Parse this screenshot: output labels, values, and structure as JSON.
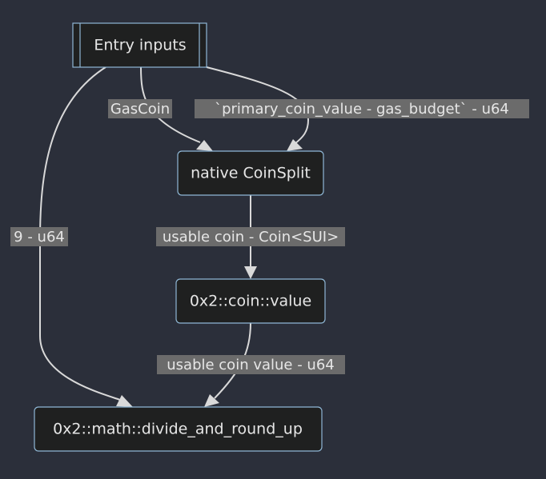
{
  "nodes": {
    "entry": "Entry inputs",
    "coinsplit": "native CoinSplit",
    "coinvalue": "0x2::coin::value",
    "divide": "0x2::math::divide_and_round_up"
  },
  "edges": {
    "gascoin": "GasCoin",
    "primary_value": "`primary_coin_value - gas_budget` - u64",
    "nine": "9 - u64",
    "usable_coin": "usable coin - Coin<SUI>",
    "usable_value": "usable coin value - u64"
  }
}
